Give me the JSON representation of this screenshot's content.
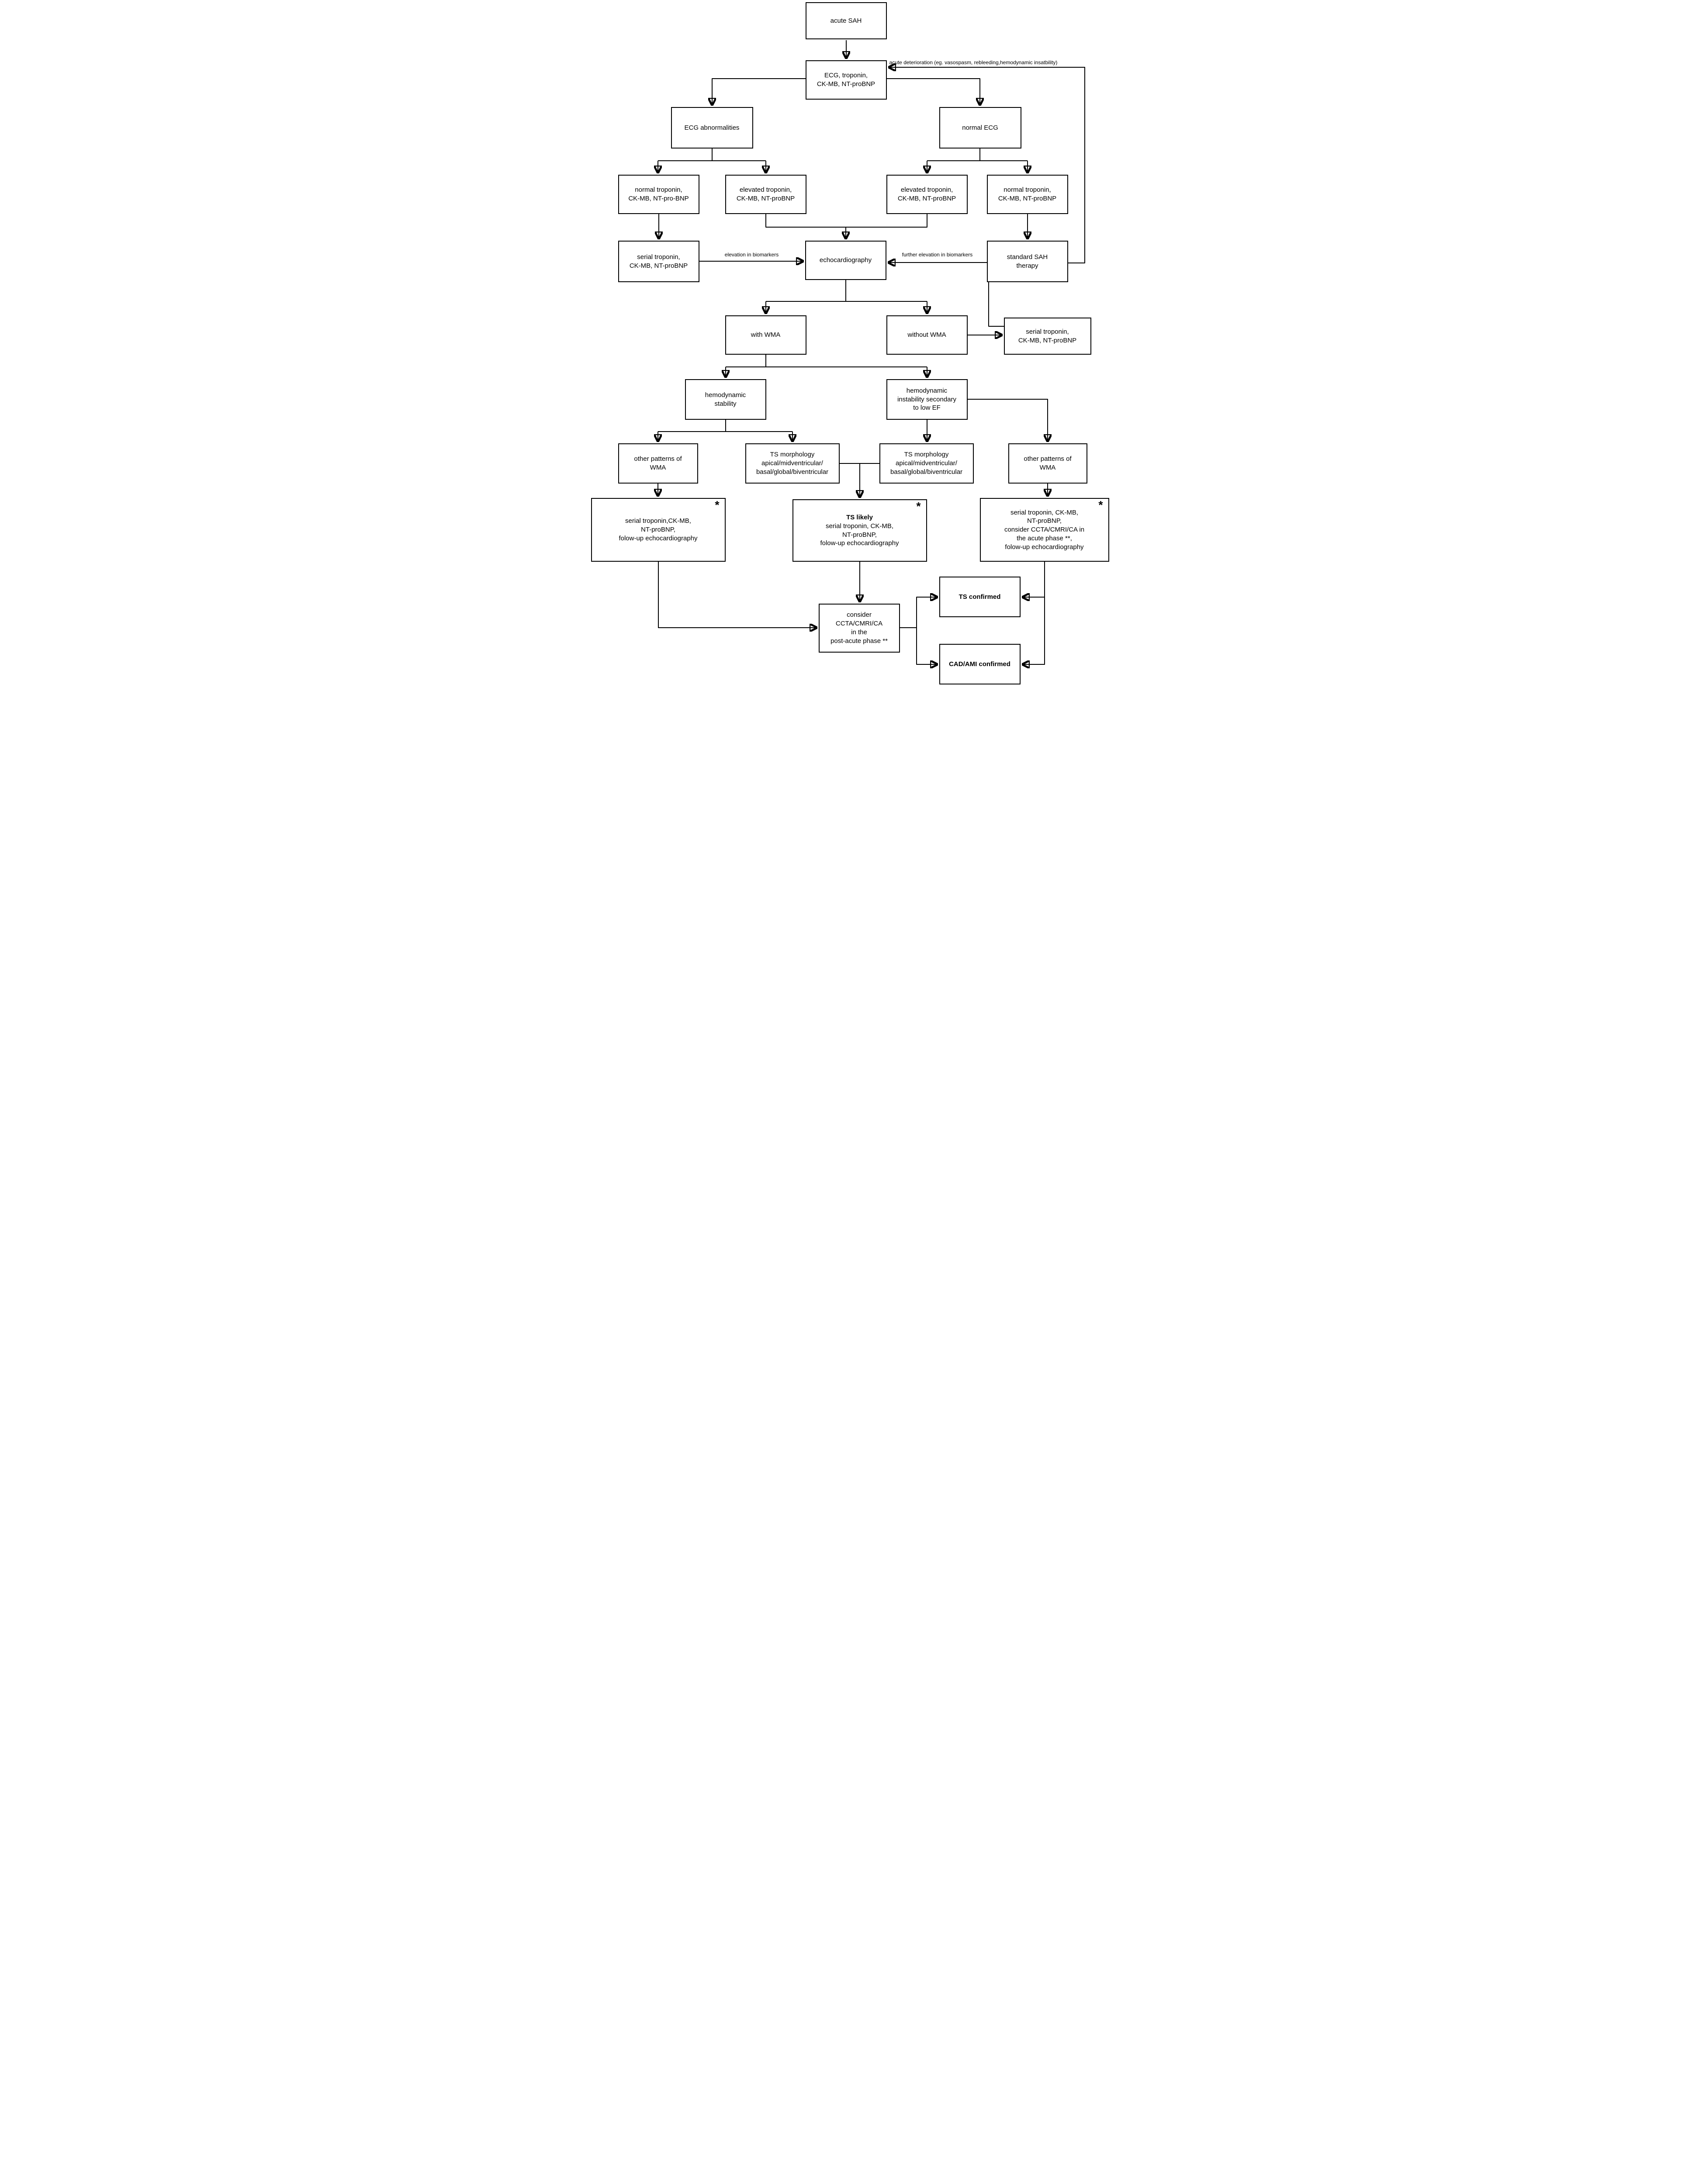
{
  "diagram": {
    "nodes": {
      "acute_sah": "acute SAH",
      "ecg_troponin": "ECG, troponin,\nCK-MB, NT-proBNP",
      "ecg_abnormalities": "ECG abnormalities",
      "normal_ecg": "normal ECG",
      "normal_troponin_left": "normal troponin,\nCK-MB, NT-pro-BNP",
      "elevated_troponin_left": "elevated troponin,\nCK-MB, NT-proBNP",
      "elevated_troponin_right": "elevated troponin,\nCK-MB, NT-proBNP",
      "normal_troponin_right": "normal troponin,\nCK-MB, NT-proBNP",
      "serial_troponin_left": "serial troponin,\nCK-MB, NT-proBNP",
      "echocardiography": "echocardiography",
      "standard_sah_therapy": "standard SAH\ntherapy",
      "with_wma": "with WMA",
      "without_wma": "without WMA",
      "serial_troponin_right": "serial troponin,\nCK-MB, NT-proBNP",
      "hemodynamic_stability": "hemodynamic\nstability",
      "hemodynamic_instability": "hemodynamic\ninstability secondary\nto low EF",
      "other_patterns_left": "other patterns of\nWMA",
      "ts_morphology_left": "TS morphology\napical/midventricular/\nbasal/global/biventricular",
      "ts_morphology_right": "TS morphology\napical/midventricular/\nbasal/global/biventricular",
      "other_patterns_right": "other patterns of\nWMA",
      "followup_left": "serial troponin,CK-MB,\nNT-proBNP,\nfolow-up echocardiography",
      "ts_likely_title": "TS likely",
      "ts_likely_body": "serial troponin, CK-MB,\nNT-proBNP,\nfolow-up echocardiography",
      "followup_right": "serial troponin, CK-MB,\nNT-proBNP,\nconsider CCTA/CMRI/CA in\nthe acute phase **,\nfolow-up echocardiography",
      "consider_ccta": "consider\nCCTA/CMRI/CA\nin the\npost-acute phase **",
      "ts_confirmed": "TS confirmed",
      "cad_ami_confirmed": "CAD/AMI confirmed"
    },
    "edge_labels": {
      "acute_deterioration": "acute deterioration (eg. vasospasm, rebleeding,hemodynamic insatbility)",
      "elevation": "elevation in biomarkers",
      "further_elevation": "further elevation in biomarkers"
    },
    "asterisk": "*",
    "colors": {
      "line": "#000000",
      "box_border": "#000000",
      "background": "#ffffff",
      "text": "#000000"
    }
  }
}
